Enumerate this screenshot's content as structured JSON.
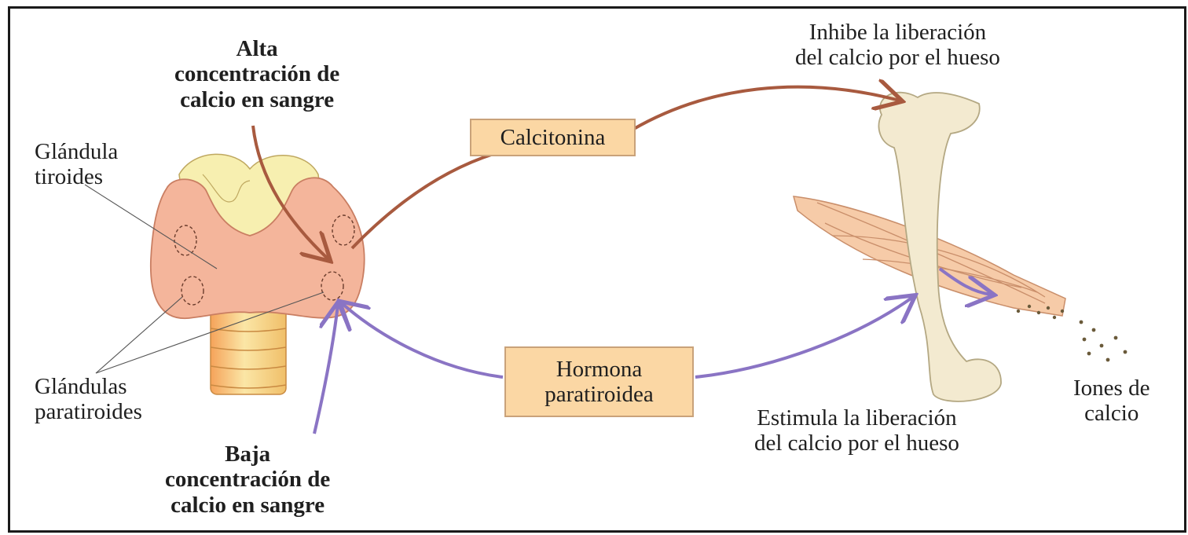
{
  "labels": {
    "high_calcium": "Alta\nconcentración de\ncalcio en sangre",
    "low_calcium": "Baja\nconcentración de\ncalcio en sangre",
    "thyroid": "Glándula\ntiroides",
    "parathyroid": "Glándulas\nparatiroides",
    "inhibit": "Inhibe la liberación\ndel calcio por el hueso",
    "stimulate": "Estimula la liberación\ndel calcio por el hueso",
    "ions": "Iones de\ncalcio"
  },
  "boxes": {
    "calcitonin": "Calcitonina",
    "pth": "Hormona\nparatiroidea"
  },
  "colors": {
    "calcitonin_arrow": "#a85a3f",
    "pth_arrow": "#8a74c4",
    "label_box": "#fbd7a4",
    "bone": "#f3ead0",
    "thyroid_lobe": "#f4b59b",
    "thyroid_top": "#f7efb0",
    "trachea": "#f6d27c"
  }
}
